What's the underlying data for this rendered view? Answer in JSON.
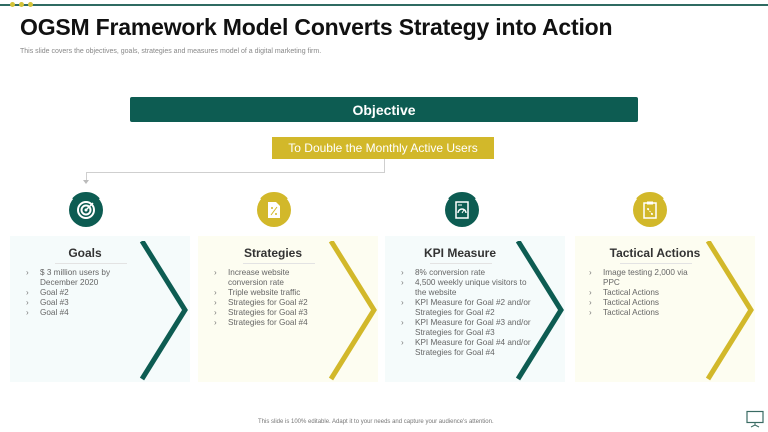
{
  "header": {
    "title": "OGSM Framework Model Converts Strategy into Action",
    "subtitle": "This slide covers the objectives, goals, strategies and measures model of a digital marketing firm."
  },
  "objective": {
    "label": "Objective",
    "text": "To Double the Monthly Active Users"
  },
  "columns": [
    {
      "title": "Goals",
      "icon": "target-icon",
      "accent": "#0d5c52",
      "items": [
        "$ 3 million users by December 2020",
        "Goal #2",
        "Goal #3",
        "Goal #4"
      ]
    },
    {
      "title": "Strategies",
      "icon": "strategy-document-icon",
      "accent": "#d2b82a",
      "items": [
        "Increase website conversion rate",
        "Triple website traffic",
        "Strategies for Goal #2",
        "Strategies for Goal #3",
        "Strategies for Goal #4"
      ]
    },
    {
      "title": "KPI Measure",
      "icon": "kpi-dashboard-icon",
      "accent": "#0d5c52",
      "items": [
        "8% conversion rate",
        "4,500 weekly unique visitors to the website",
        "KPI Measure for Goal #2 and/or Strategies for Goal #2",
        "KPI Measure for Goal #3 and/or Strategies for Goal #3",
        "KPI Measure for Goal #4 and/or Strategies for Goal #4"
      ]
    },
    {
      "title": "Tactical Actions",
      "icon": "tactics-clipboard-icon",
      "accent": "#d2b82a",
      "items": [
        "Image testing 2,000 via PPC",
        "Tactical Actions",
        "Tactical Actions",
        "Tactical Actions"
      ]
    }
  ],
  "bullet_glyph": "›",
  "footer": {
    "text": "This slide is 100% editable. Adapt it to your needs and capture your audience's attention."
  },
  "colors": {
    "primary_green": "#0d5c52",
    "accent_gold": "#d2b82a"
  }
}
